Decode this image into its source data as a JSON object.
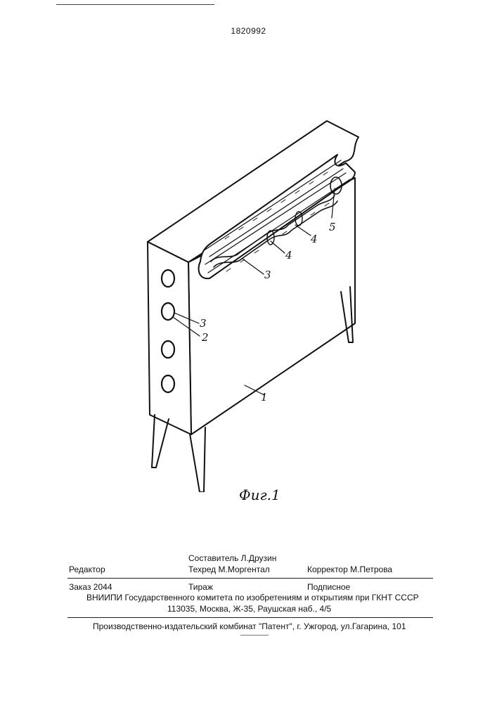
{
  "patent_number": "1820992",
  "figure_caption": "Фиг.1",
  "figure_labels": {
    "body": "1",
    "ring": "2",
    "tube_side": "3",
    "tube_inner": "3",
    "element_a": "4",
    "element_b": "4",
    "end_cap": "5"
  },
  "imprint": {
    "compiler": "Составитель Л.Друзин",
    "editor_label": "Редактор",
    "techred": "Техред М.Моргентал",
    "corrector": "Корректор  М.Петрова",
    "order": "Заказ  2044",
    "circulation": "Тираж",
    "subscription": "Подписное",
    "institute": "ВНИИПИ Государственного комитета по изобретениям и открытиям при ГКНТ СССР",
    "address": "113035, Москва, Ж-35, Раушская наб., 4/5",
    "publisher": "Производственно-издательский комбинат \"Патент\", г. Ужгород, ул.Гагарина, 101"
  }
}
